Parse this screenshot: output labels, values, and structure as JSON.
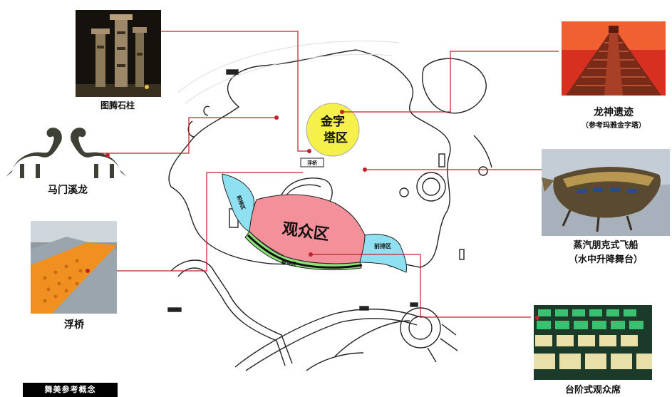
{
  "zones": {
    "pyramid_zone": [
      "金字",
      "塔区"
    ],
    "audience_zone": "观众区",
    "front_row_left": "前排区",
    "front_row_right": "前排区",
    "green_zone": "草坪区",
    "bridge": "浮桥"
  },
  "callouts": {
    "totem": "图腾石柱",
    "dinosaur": "马门溪龙",
    "floating_bridge": "浮桥",
    "dragon_ruins": "龙神遗迹",
    "dragon_ruins_note": "（参考玛雅金字塔）",
    "airship": "蒸汽朋克式飞船",
    "airship_note": "（水中升降舞台）",
    "seating": "台阶式观众席"
  },
  "footer_tag": "舞美参考概念",
  "colors": {
    "pyramid": "#f5f04a",
    "audience": "#f4909a",
    "front_row": "#8fe0f0",
    "lawn": "#8ee27a",
    "leader": "#c2202a"
  }
}
